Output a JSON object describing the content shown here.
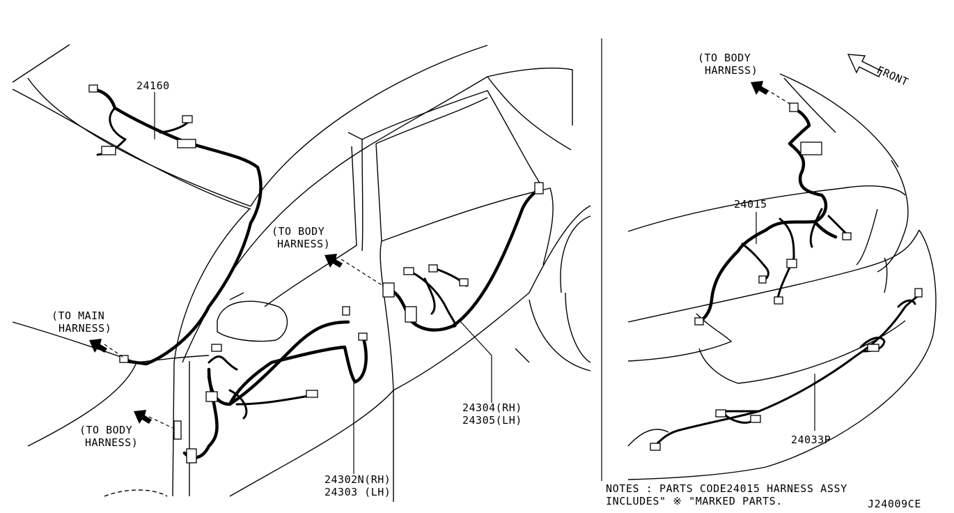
{
  "labels": {
    "p24160": "24160",
    "to_body_top_1": "(TO BODY",
    "to_body_top_2": "HARNESS)",
    "front": "FRONT",
    "to_body_mid_1": "(TO BODY",
    "to_body_mid_2": "HARNESS)",
    "to_main_1": "(TO MAIN",
    "to_main_2": "HARNESS)",
    "to_body_low_1": "(TO BODY",
    "to_body_low_2": "HARNESS)",
    "p24015": "24015",
    "p24304": "24304(RH)",
    "p24305": "24305(LH)",
    "p24302": "24302N(RH)",
    "p24303": "24303  (LH)",
    "p24033": "24033P"
  },
  "notes": {
    "line1": "NOTES : PARTS CODE24015 HARNESS ASSY",
    "line2": "INCLUDES\" ※ \"MARKED PARTS."
  },
  "diagram_code": "J24009CE"
}
